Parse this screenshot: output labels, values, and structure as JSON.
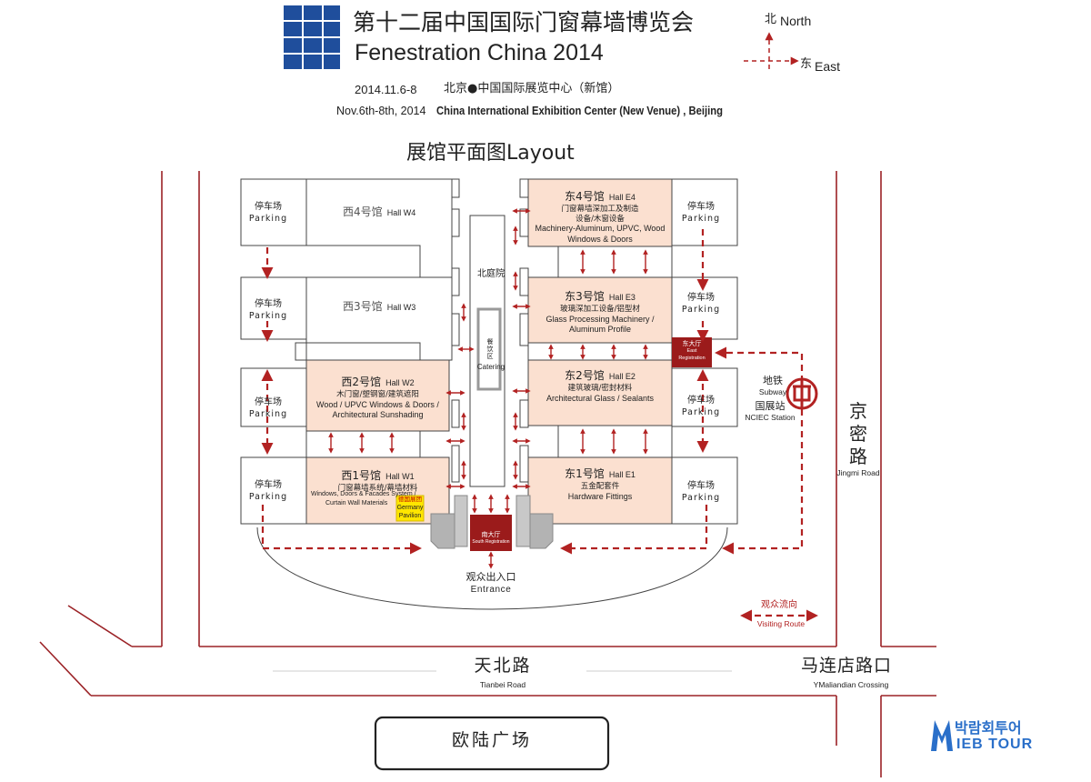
{
  "header": {
    "title_cn": "第十二届中国国际门窗幕墙博览会",
    "title_en": "Fenestration China 2014",
    "date_cn": "2014.11.6-8",
    "venue_cn": "北京●中国国际展览中心（新馆）",
    "date_en": "Nov.6th-8th, 2014",
    "venue_en": "China International Exhibition Center (New Venue) , Beijing"
  },
  "compass": {
    "north_cn": "北",
    "north_en": "North",
    "east_cn": "东",
    "east_en": "East"
  },
  "layout_title": "展馆平面图Layout",
  "halls": {
    "w4": {
      "name": "西4号馆",
      "code": "Hall W4"
    },
    "w3": {
      "name": "西3号馆",
      "code": "Hall W3"
    },
    "w2": {
      "name": "西2号馆",
      "code": "Hall W2",
      "cn": "木门窗/塑钢窗/建筑遮阳",
      "en": "Wood / UPVC Windows & Doors /",
      "en2": "Architectural Sunshading"
    },
    "w1": {
      "name": "西1号馆",
      "code": "Hall W1",
      "cn": "门窗幕墙系统/幕墙材料",
      "en": "Windows, Doors & Facades System /",
      "en2": "Curtain Wall Materials"
    },
    "e4": {
      "name": "东4号馆",
      "code": "Hall E4",
      "cn": "门窗幕墙深加工及制造",
      "cn2": "设备/木窗设备",
      "en": "Machinery-Aluminum, UPVC, Wood",
      "en2": "Windows & Doors"
    },
    "e3": {
      "name": "东3号馆",
      "code": "Hall E3",
      "cn": "玻璃深加工设备/铝型材",
      "en": "Glass Processing Machinery /",
      "en2": "Aluminum Profile"
    },
    "e2": {
      "name": "东2号馆",
      "code": "Hall E2",
      "cn": "建筑玻璃/密封材料",
      "en": "Architectural Glass / Sealants"
    },
    "e1": {
      "name": "东1号馆",
      "code": "Hall E1",
      "cn": "五金配套件",
      "en": "Hardware Fittings"
    }
  },
  "germany": {
    "cn": "德国展团",
    "en": "Germany",
    "en2": "Pavilion"
  },
  "parking": {
    "cn": "停车场",
    "en": "Parking"
  },
  "courtyard": "北庭院",
  "catering": {
    "cn": "餐饮区",
    "en": "Catering"
  },
  "east_reg": {
    "cn": "东大厅",
    "en": "East",
    "en2": "Registration"
  },
  "south_reg": {
    "cn": "南大厅",
    "en": "South Registration"
  },
  "entrance": {
    "cn": "观众出入口",
    "en": "Entrance"
  },
  "subway": {
    "cn": "地铁",
    "en": "Subway",
    "station_cn": "国展站",
    "station_en": "NCIEC Station"
  },
  "roads": {
    "jingmi_cn": "京密路",
    "jingmi_en": "Jingmi Road",
    "tianbei_cn": "天北路",
    "tianbei_en": "Tianbei Road",
    "malian_cn": "马连店路口",
    "malian_en": "YMaliandian Crossing",
    "plaza": "欧陆广场"
  },
  "legend": {
    "cn": "观众流向",
    "en": "Visiting Route"
  },
  "brand": {
    "korean": "박람회투어",
    "en": "IEB TOUR",
    "logo_letter": "M"
  },
  "colors": {
    "hall_fill": "#fbe0d0",
    "route": "#b22222",
    "road": "#9b2226",
    "logo_blue": "#1f4e9c",
    "germany": "#ffe600"
  }
}
